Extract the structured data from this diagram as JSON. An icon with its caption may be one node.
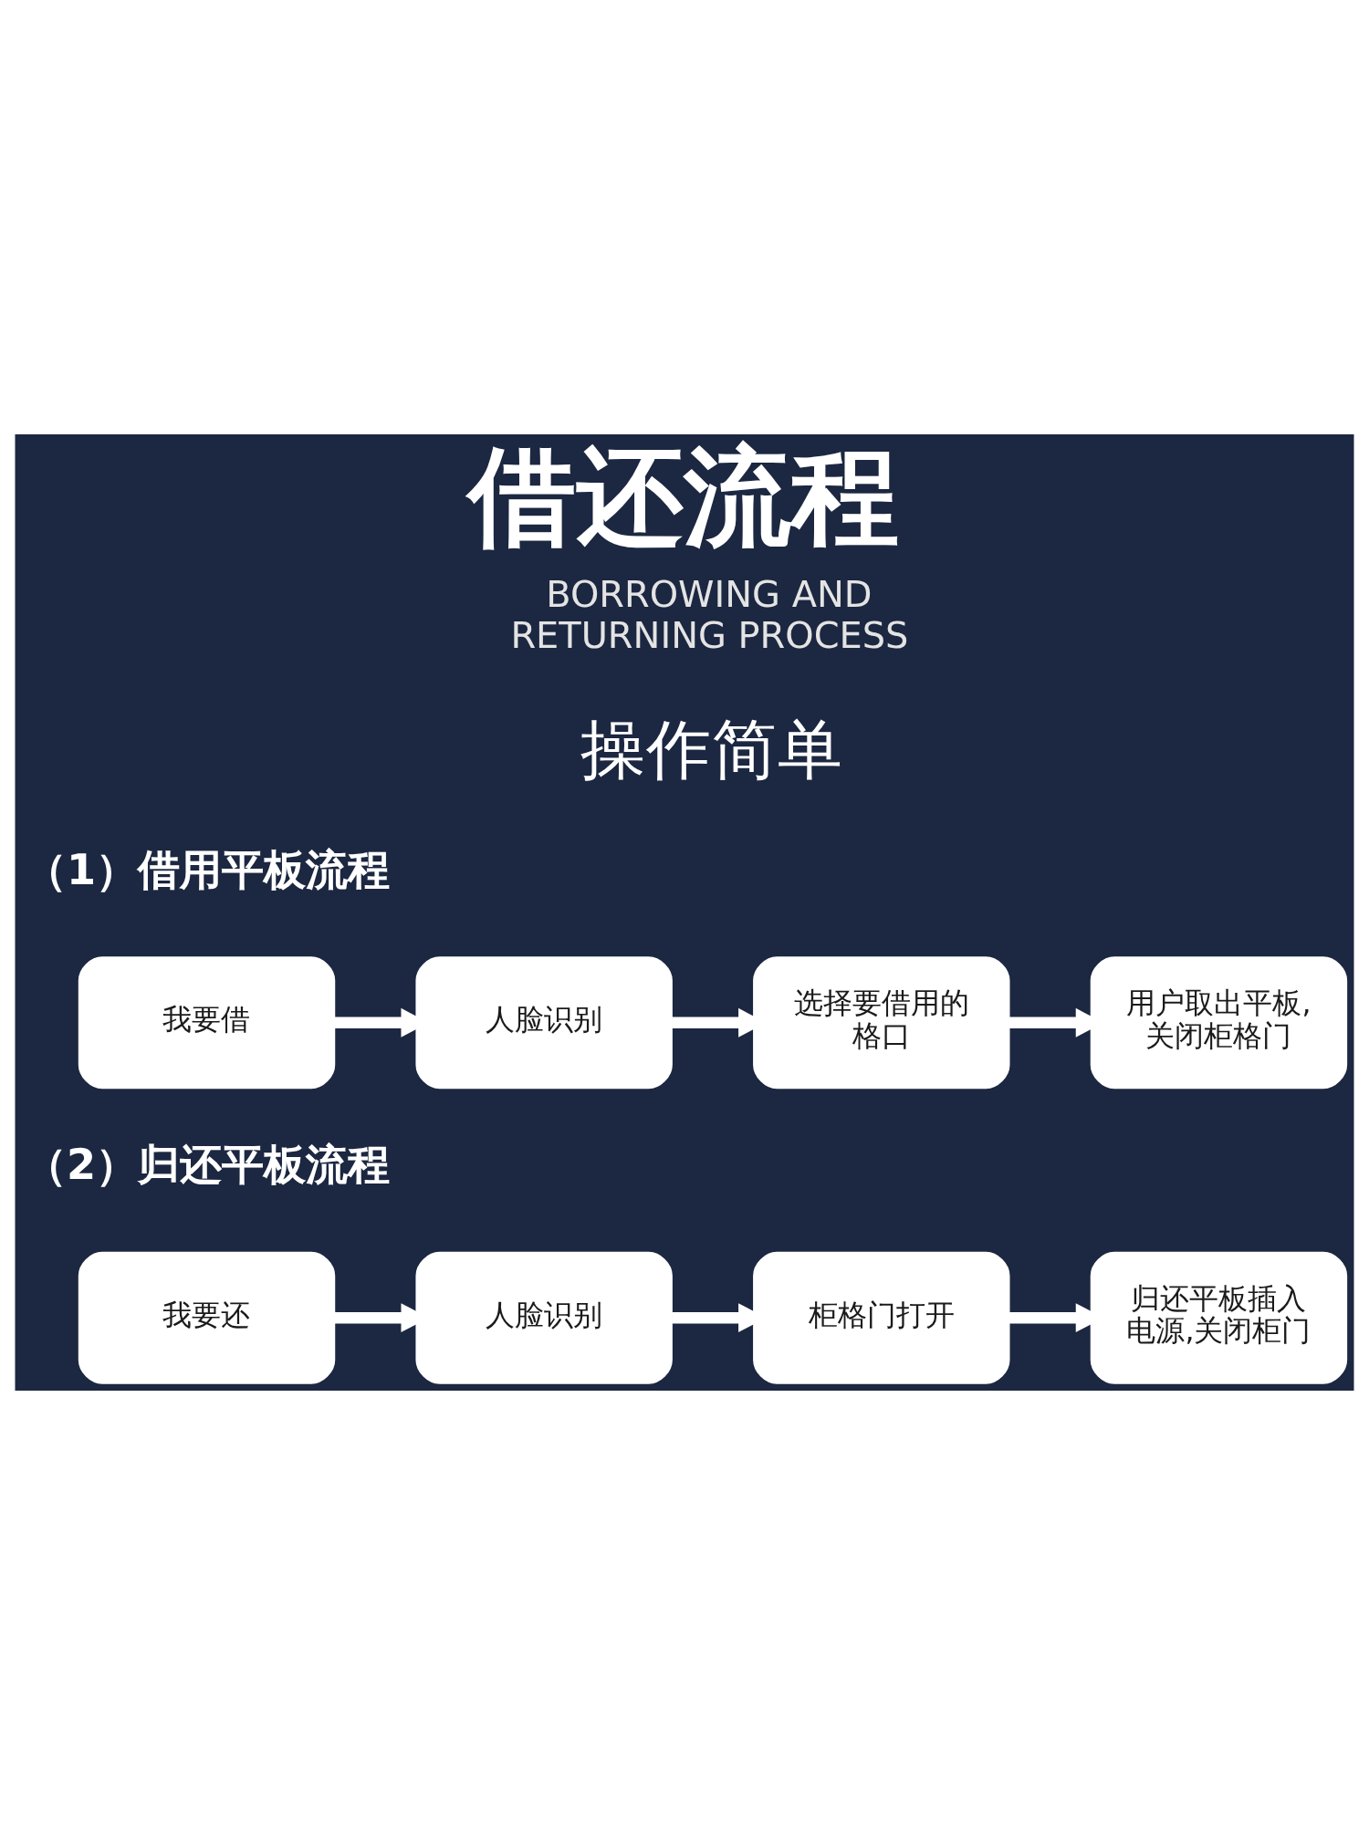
{
  "diagram": {
    "title": "借还流程",
    "nodes": [
      {
        "text": [
          "我要借"
        ]
      },
      {
        "text": [
          "人脸识别"
        ]
      },
      {
        "text": [
          "选择要借用的格口"
        ]
      },
      {
        "text": [
          "用户取出平板,关闭柜格门"
        ]
      },
      {
        "text": [
          "我要还"
        ]
      },
      {
        "text": [
          "人脸识别"
        ]
      },
      {
        "text": [
          "柜格门打开"
        ]
      },
      {
        "text": [
          "归还平板插入电源,关闭柜门"
        ]
      }
    ],
    "edges": [
      {
        "from": 0,
        "to": 1,
        "arrow": "to"
      },
      {
        "from": 1,
        "to": 2,
        "arrow": "to"
      },
      {
        "from": 2,
        "to": 3,
        "arrow": "to"
      },
      {
        "from": 4,
        "to": 5,
        "arrow": "to"
      },
      {
        "from": 5,
        "to": 6,
        "arrow": "to"
      },
      {
        "from": 6,
        "to": 7,
        "arrow": "to"
      }
    ],
    "labels": [
      "BORROWING AND RETURNING PROCESS",
      "操作简单",
      "（1）借用平板流程",
      "（2）归还平板流程"
    ]
  }
}
